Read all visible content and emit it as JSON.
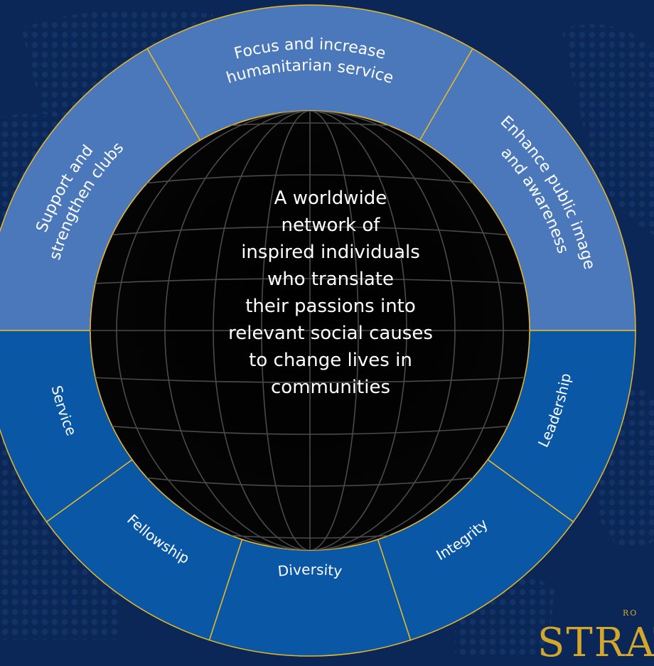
{
  "outer_segments": [
    {
      "lines": [
        "Focus and increase",
        "humanitarian service"
      ]
    },
    {
      "lines": [
        "Enhance public image",
        "and awareness"
      ]
    },
    {
      "lines": [
        "Support and",
        "strengthen clubs"
      ]
    }
  ],
  "value_segments": [
    {
      "label": "Leadership"
    },
    {
      "label": "Integrity"
    },
    {
      "label": "Diversity"
    },
    {
      "label": "Fellowship"
    },
    {
      "label": "Service"
    }
  ],
  "center": {
    "lines": [
      "A worldwide",
      "network of",
      "inspired individuals",
      "who translate",
      "their passions into",
      "relevant social causes",
      "to change lives in",
      "communities"
    ]
  },
  "brand": {
    "small": "RO",
    "big": "STRAT"
  },
  "colors": {
    "background": "#0b2757",
    "upper_ring": "#4a78bb",
    "lower_ring": "#0a57a5",
    "divider": "#e8b828",
    "globe": "#000000",
    "brand_gold": "#d4a72c"
  }
}
